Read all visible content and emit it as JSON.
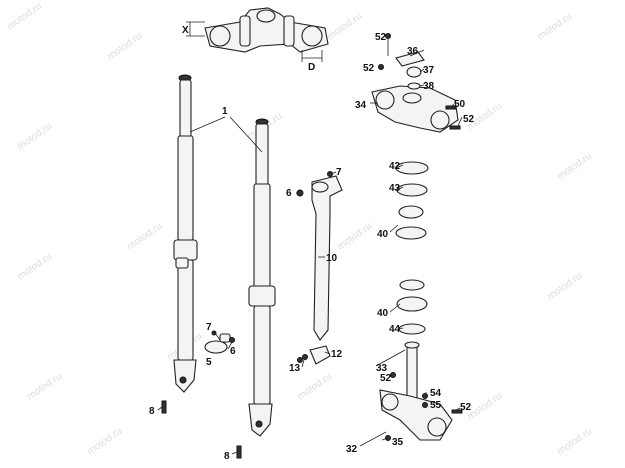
{
  "watermark": "motod.ru",
  "dimension_labels": {
    "x": "X",
    "d": "D"
  },
  "callouts": [
    {
      "id": "c1",
      "text": "1"
    },
    {
      "id": "c5",
      "text": "5"
    },
    {
      "id": "c6a",
      "text": "6"
    },
    {
      "id": "c6b",
      "text": "6"
    },
    {
      "id": "c7a",
      "text": "7"
    },
    {
      "id": "c7b",
      "text": "7"
    },
    {
      "id": "c8a",
      "text": "8"
    },
    {
      "id": "c8b",
      "text": "8"
    },
    {
      "id": "c10",
      "text": "10"
    },
    {
      "id": "c12",
      "text": "12"
    },
    {
      "id": "c13",
      "text": "13"
    },
    {
      "id": "c32",
      "text": "32"
    },
    {
      "id": "c33",
      "text": "33"
    },
    {
      "id": "c34",
      "text": "34"
    },
    {
      "id": "c35",
      "text": "35"
    },
    {
      "id": "c36",
      "text": "36"
    },
    {
      "id": "c37",
      "text": "37"
    },
    {
      "id": "c38",
      "text": "38"
    },
    {
      "id": "c40a",
      "text": "40"
    },
    {
      "id": "c40b",
      "text": "40"
    },
    {
      "id": "c42",
      "text": "42"
    },
    {
      "id": "c43",
      "text": "43"
    },
    {
      "id": "c44",
      "text": "44"
    },
    {
      "id": "c50",
      "text": "50"
    },
    {
      "id": "c52a",
      "text": "52"
    },
    {
      "id": "c52b",
      "text": "52"
    },
    {
      "id": "c52c",
      "text": "52"
    },
    {
      "id": "c52d",
      "text": "52"
    },
    {
      "id": "c52e",
      "text": "52"
    },
    {
      "id": "c54",
      "text": "54"
    },
    {
      "id": "c55",
      "text": "55"
    }
  ]
}
